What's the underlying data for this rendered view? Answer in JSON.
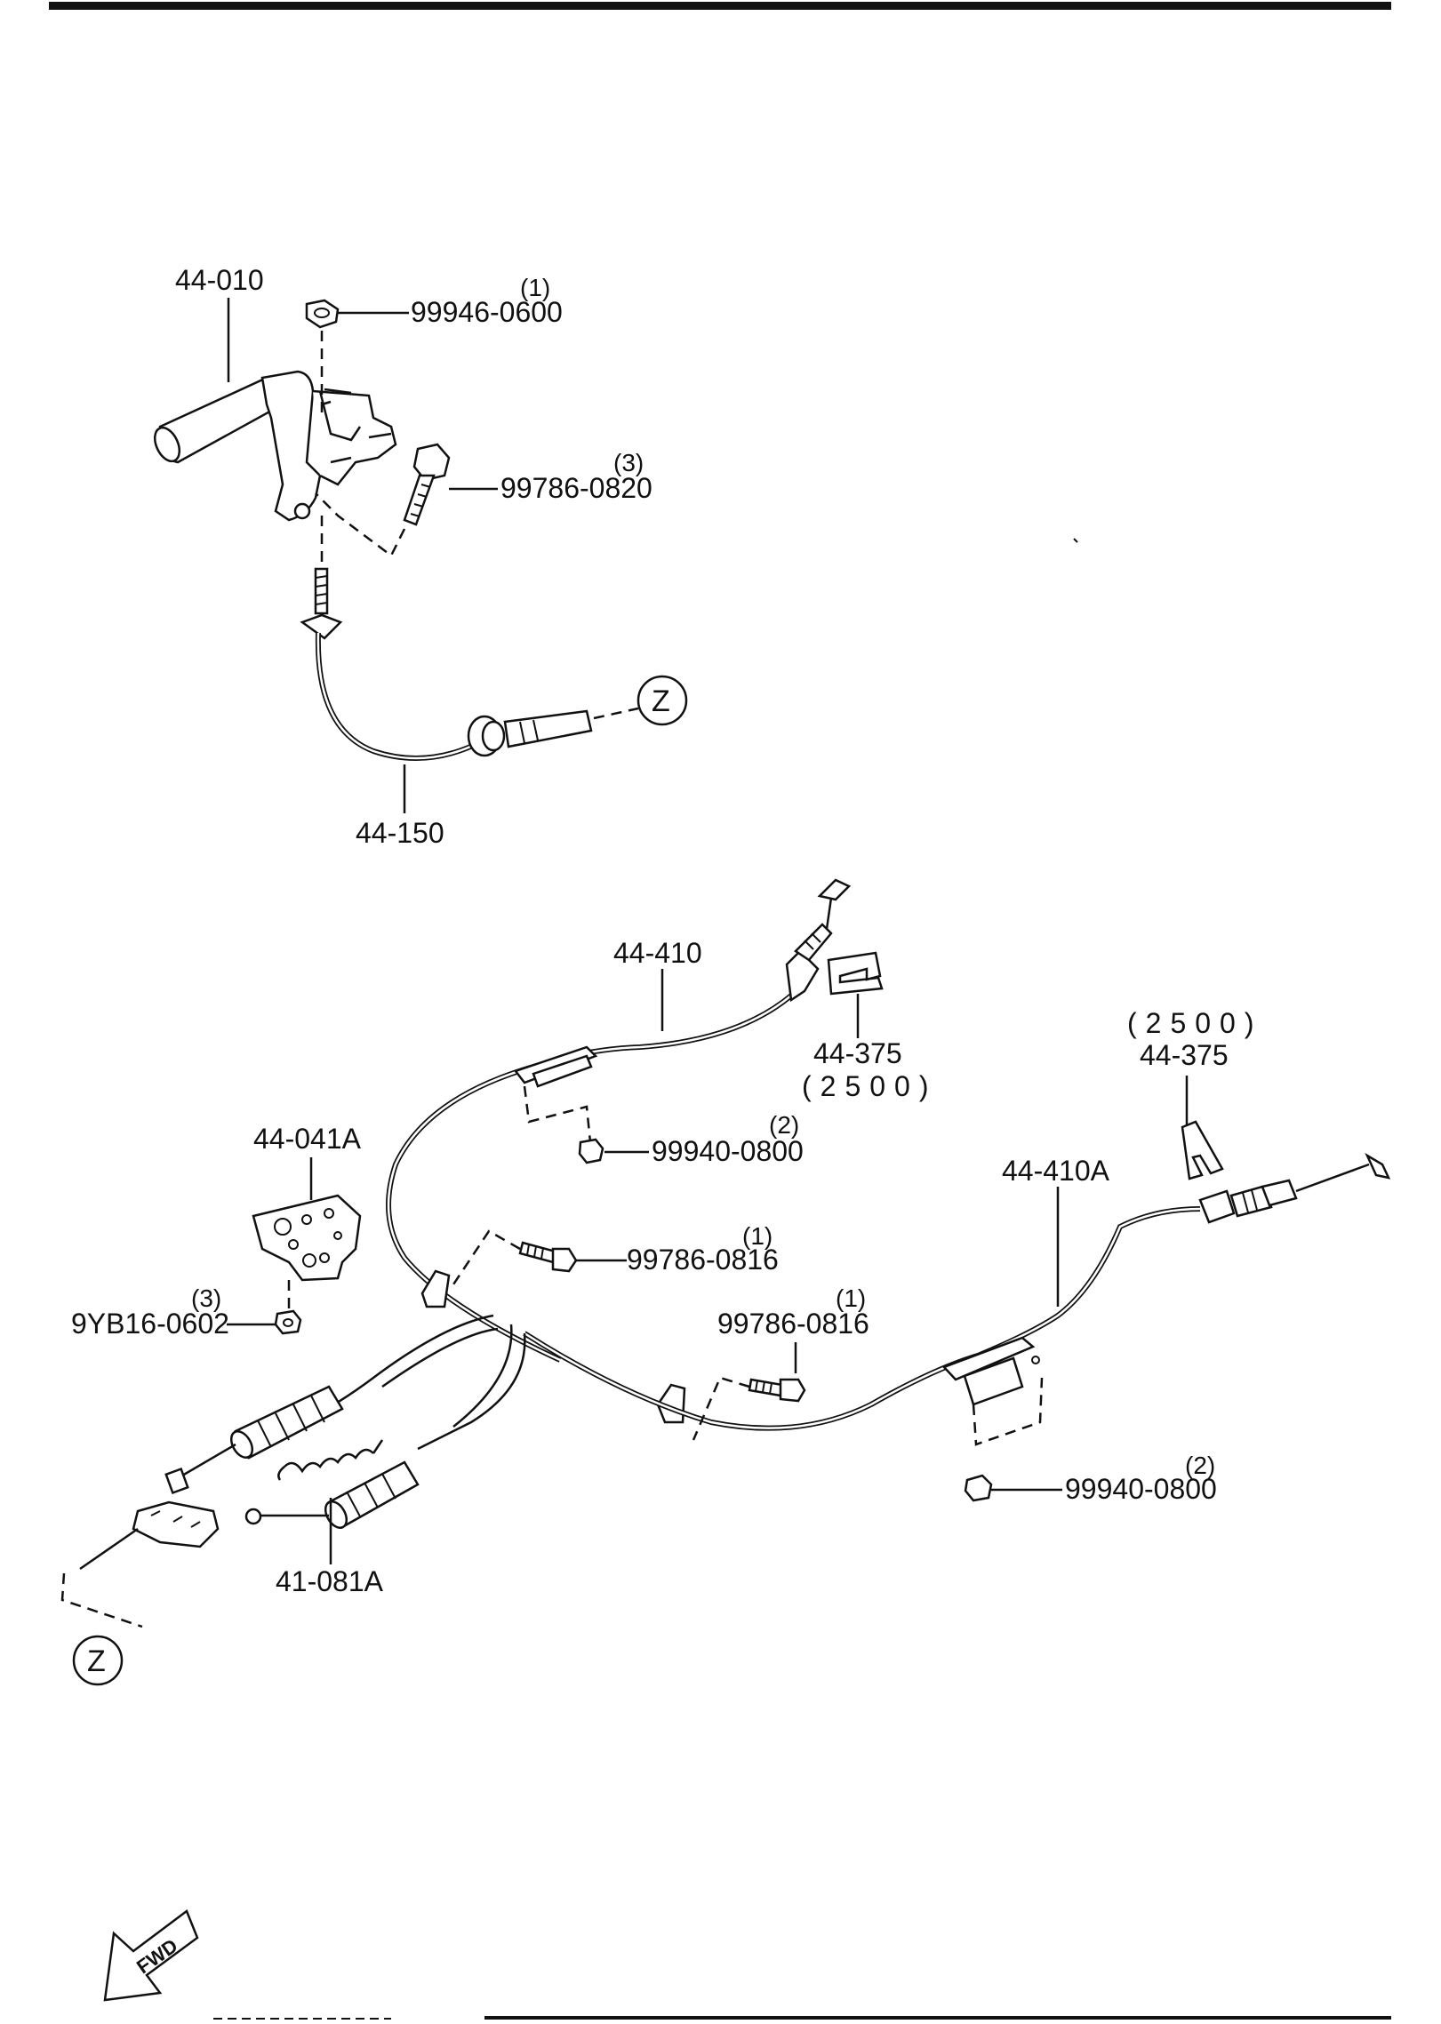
{
  "parts": {
    "lever": "44-010",
    "lever_nut": "99946-0600",
    "lever_nut_qty": "(1)",
    "lever_bolt": "99786-0820",
    "lever_bolt_qty": "(3)",
    "front_cable": "44-150",
    "rear_cable_left": "44-410",
    "clip_left": "44-375",
    "clip_left_note": "(2500)",
    "nut_upper": "99940-0800",
    "nut_upper_qty": "(2)",
    "bracket": "44-041A",
    "bracket_nut": "9YB16-0602",
    "bracket_nut_qty": "(3)",
    "bolt_mid": "99786-0816",
    "bolt_mid_qty": "(1)",
    "bolt_right": "99786-0816",
    "bolt_right_qty": "(1)",
    "clip_right_note": "(2500)",
    "clip_right": "44-375",
    "rear_cable_right": "44-410A",
    "nut_lower": "99940-0800",
    "nut_lower_qty": "(2)",
    "equalizer": "41-081A"
  },
  "connectors": {
    "z_top": "Z",
    "z_bottom": "Z"
  },
  "direction": {
    "fwd": "FWD"
  }
}
